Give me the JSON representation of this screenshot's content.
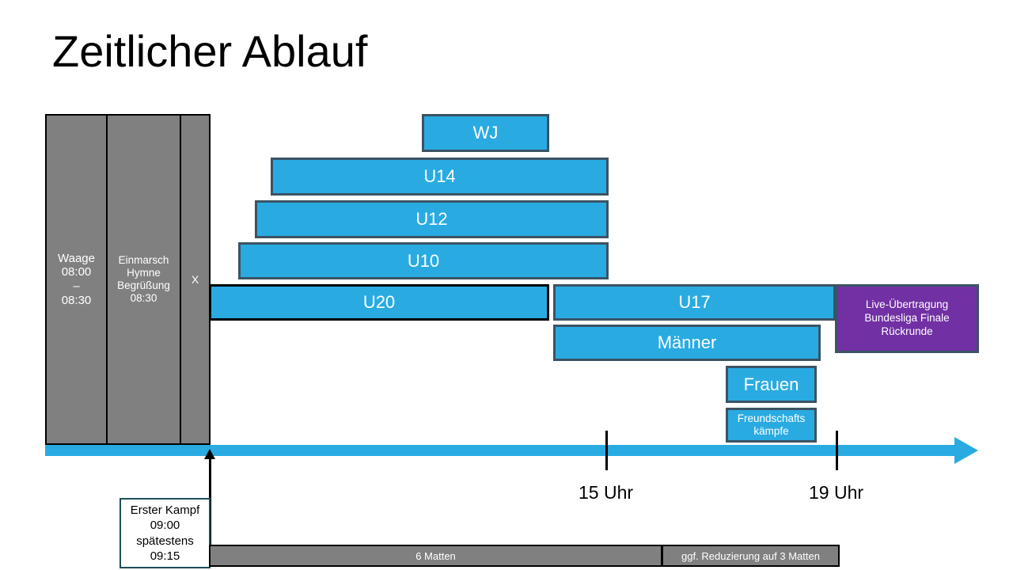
{
  "slide": {
    "title": "Zeitlicher Ablauf"
  },
  "colors": {
    "bar_blue": "#29ABE2",
    "bar_border": "#3B5364",
    "grey_block": "#808080",
    "live_purple": "#7130A3",
    "timeline_blue": "#29ABE2",
    "callout_border": "#1F4E5A",
    "text_dark": "#000000",
    "text_light": "#FFFFFF"
  },
  "prep_columns": [
    {
      "label": "Waage\n08:00\n–\n08:30"
    },
    {
      "label": "Einmarsch\nHymne\nBegrüßung\n08:30"
    },
    {
      "label": "X"
    }
  ],
  "bars": [
    {
      "label": "WJ"
    },
    {
      "label": "U14"
    },
    {
      "label": "U12"
    },
    {
      "label": "U10"
    },
    {
      "label": "U20"
    },
    {
      "label": "U17"
    },
    {
      "label": "Männer"
    },
    {
      "label": "Frauen"
    },
    {
      "label": "Freundschafts\nkämpfe"
    }
  ],
  "live_box": {
    "label": "Live-Übertragung\nBundesliga Finale\nRückrunde"
  },
  "timeline": {
    "ticks": [
      {
        "label": "15 Uhr"
      },
      {
        "label": "19 Uhr"
      }
    ]
  },
  "first_fight": {
    "label": "Erster Kampf\n09:00\nspätestens\n09:15"
  },
  "mats": [
    {
      "label": "6 Matten"
    },
    {
      "label": "ggf. Reduzierung auf 3 Matten"
    }
  ]
}
